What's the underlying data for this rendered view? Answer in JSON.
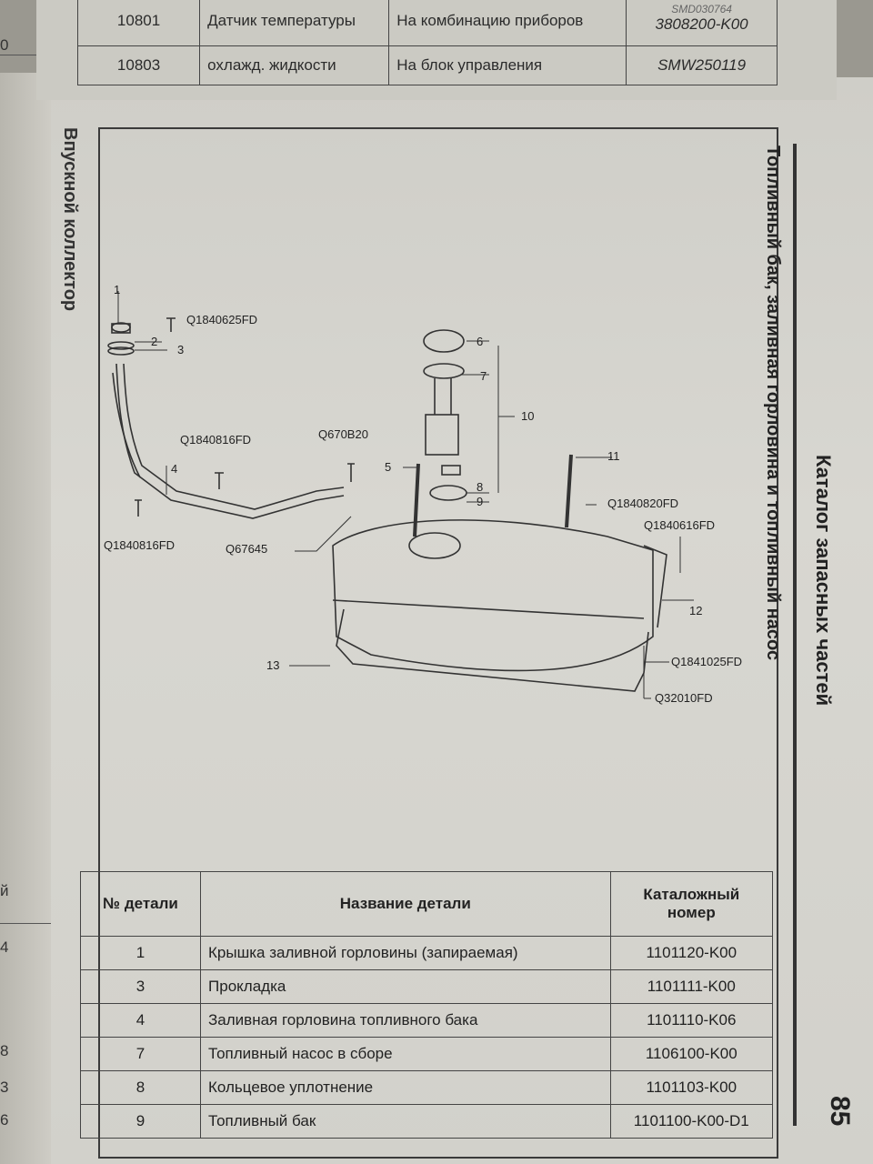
{
  "top_table": {
    "rows": [
      {
        "code": "10801",
        "name": "Датчик температуры",
        "destination": "На комбинацию приборов",
        "part_no": "3808200-K00",
        "prev_part_no": "SMD030764"
      },
      {
        "code": "10803",
        "name": "охлажд. жидкости",
        "destination": "На блок управления",
        "part_no": "SMW250119"
      }
    ]
  },
  "left_page": {
    "title": "Впускной коллектор",
    "top_fragment": "0",
    "col_fragment": "й",
    "row_numbers": [
      "4",
      "8",
      "3",
      "6"
    ]
  },
  "header": {
    "catalog_title": "Каталог запасных частей",
    "section_title": "Топливный бак, заливная горловина и топливный насос",
    "page_number": "85"
  },
  "diagram": {
    "callouts": [
      "1",
      "2",
      "3",
      "4",
      "5",
      "6",
      "7",
      "8",
      "9",
      "10",
      "11",
      "12",
      "13"
    ],
    "fasteners": [
      "Q1840625FD",
      "Q1840816FD",
      "Q670B20",
      "Q1840816FD",
      "Q67645",
      "Q1840820FD",
      "Q1840616FD",
      "Q1841025FD",
      "Q32010FD"
    ]
  },
  "parts_table": {
    "headers": {
      "num": "№ детали",
      "name": "Название детали",
      "catalog": "Каталожный номер"
    },
    "rows": [
      {
        "num": "1",
        "name": "Крышка заливной горловины (запираемая)",
        "catalog": "1101120-K00"
      },
      {
        "num": "3",
        "name": "Прокладка",
        "catalog": "1101111-K00"
      },
      {
        "num": "4",
        "name": "Заливная горловина топливного бака",
        "catalog": "1101110-K06"
      },
      {
        "num": "7",
        "name": "Топливный насос в сборе",
        "catalog": "1106100-K00"
      },
      {
        "num": "8",
        "name": "Кольцевое уплотнение",
        "catalog": "1101103-K00"
      },
      {
        "num": "9",
        "name": "Топливный бак",
        "catalog": "1101100-K00-D1"
      }
    ]
  }
}
